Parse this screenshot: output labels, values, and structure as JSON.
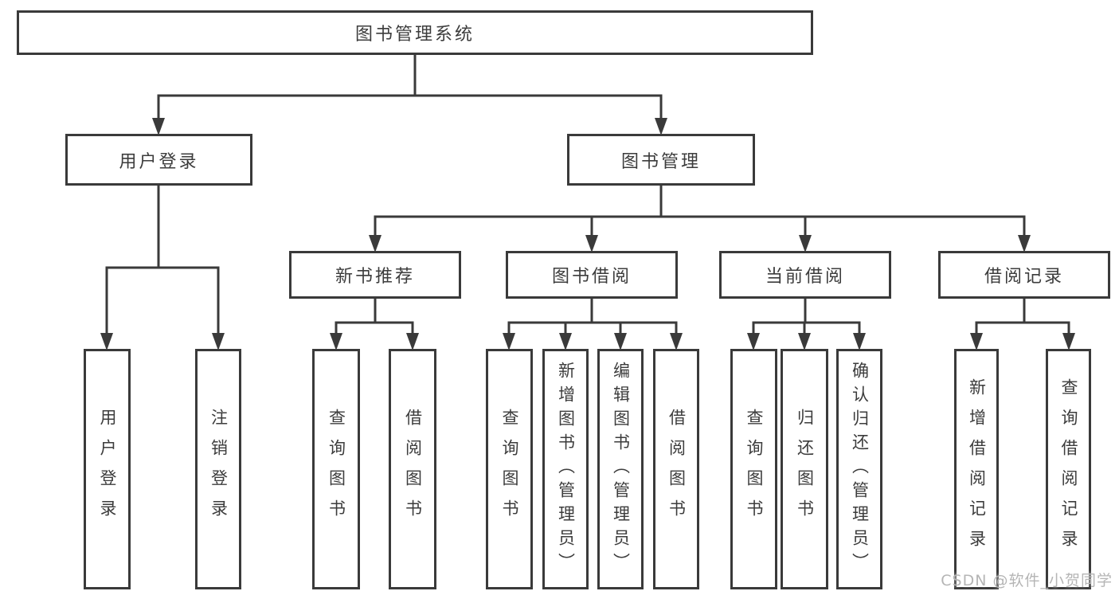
{
  "diagram_title": "图书管理系统",
  "nodes": {
    "root": {
      "label": "图书管理系统"
    },
    "user_login_group": {
      "label": "用户登录"
    },
    "book_mgmt": {
      "label": "图书管理"
    },
    "new_book_rec": {
      "label": "新书推荐"
    },
    "book_borrow": {
      "label": "图书借阅"
    },
    "current_borrow": {
      "label": "当前借阅"
    },
    "borrow_records": {
      "label": "借阅记录"
    },
    "leaf_user_login": {
      "label": "用户登录"
    },
    "leaf_logout": {
      "label": "注销登录"
    },
    "leaf_query_book_1": {
      "label": "查询图书"
    },
    "leaf_borrow_book_1": {
      "label": "借阅图书"
    },
    "leaf_query_book_2": {
      "label": "查询图书"
    },
    "leaf_add_book": {
      "label": "新增图书（管理员）"
    },
    "leaf_edit_book": {
      "label": "编辑图书（管理员）"
    },
    "leaf_borrow_book_2": {
      "label": "借阅图书"
    },
    "leaf_query_book_3": {
      "label": "查询图书"
    },
    "leaf_return_book": {
      "label": "归还图书"
    },
    "leaf_confirm_return": {
      "label": "确认归还（管理员）"
    },
    "leaf_add_record": {
      "label": "新增借阅记录"
    },
    "leaf_query_record": {
      "label": "查询借阅记录"
    }
  },
  "watermark": "CSDN @软件_小贺同学",
  "colors": {
    "line": "#3a3a3a",
    "box_border": "#3a3a3a",
    "text": "#3c3c3c",
    "background": "#ffffff",
    "watermark": "#b5b5b5"
  }
}
